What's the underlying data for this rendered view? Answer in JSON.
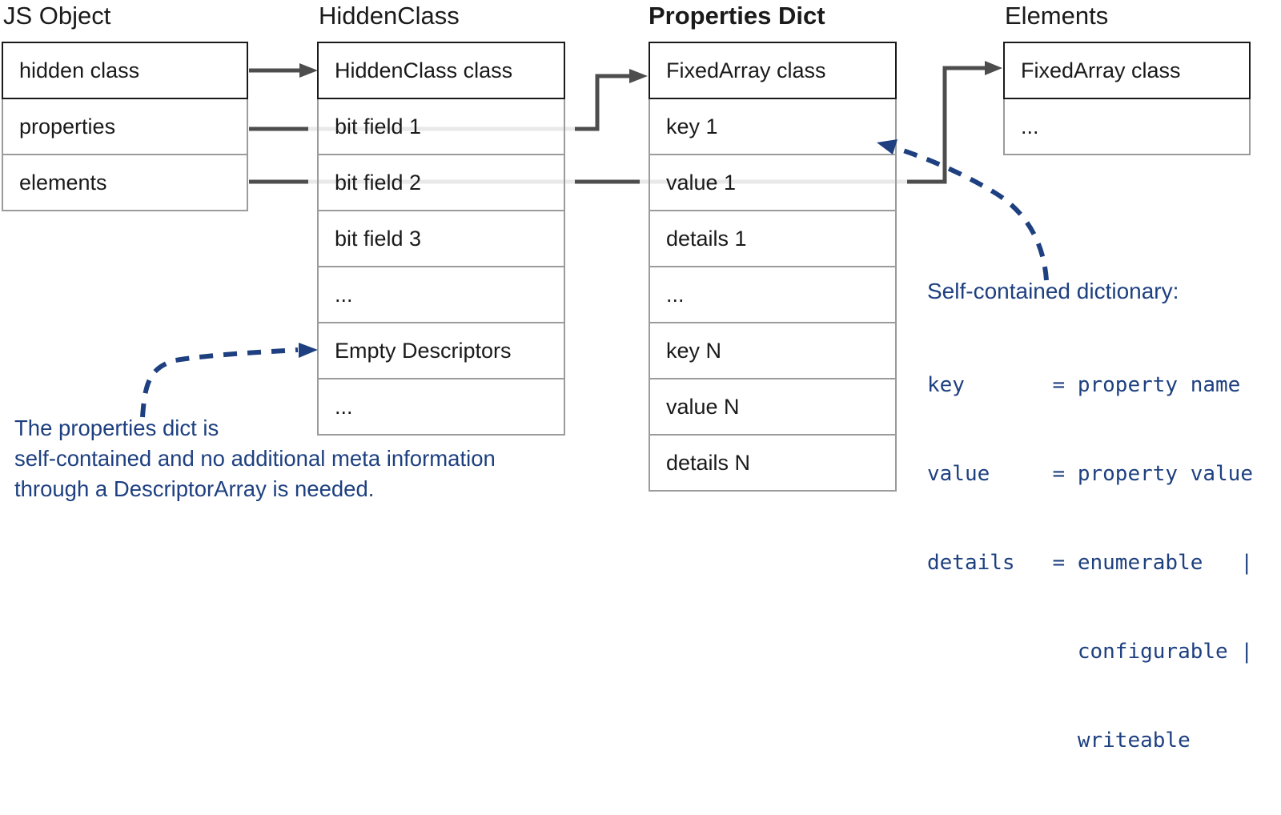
{
  "colors": {
    "accent_blue": "#1e4080",
    "arrow_dark": "#4d4d4d",
    "pass_line": "#e9e9e9",
    "border_dark": "#1a1a1a",
    "border_gray": "#9b9b9b",
    "text": "#1a1a1a"
  },
  "columns": {
    "js_object": {
      "title": "JS Object",
      "rows": [
        {
          "label": "hidden class",
          "header": true
        },
        {
          "label": "properties",
          "bold": true
        },
        {
          "label": "elements"
        }
      ]
    },
    "hidden_class": {
      "title": "HiddenClass",
      "rows": [
        {
          "label": "HiddenClass class",
          "header": true
        },
        {
          "label": "bit field 1"
        },
        {
          "label": "bit field 2"
        },
        {
          "label": "bit field 3"
        },
        {
          "label": "..."
        },
        {
          "label": "Empty Descriptors",
          "bold": true
        },
        {
          "label": "..."
        }
      ]
    },
    "properties_dict": {
      "title": "Properties Dict",
      "rows": [
        {
          "label": "FixedArray class",
          "header": true
        },
        {
          "label": "key 1"
        },
        {
          "label": "value 1"
        },
        {
          "label": "details 1"
        },
        {
          "label": "..."
        },
        {
          "label": "key N"
        },
        {
          "label": "value N"
        },
        {
          "label": "details N"
        }
      ]
    },
    "elements": {
      "title": "Elements",
      "rows": [
        {
          "label": "FixedArray class",
          "header": true
        },
        {
          "label": "..."
        }
      ]
    }
  },
  "annotations": {
    "left_note": {
      "lines": [
        "The properties dict is",
        "self-contained and no additional meta information",
        "through a DescriptorArray is needed."
      ]
    },
    "right_note": {
      "heading": "Self-contained dictionary:",
      "code_lines": [
        "key       = property name",
        "value     = property value",
        "details   = enumerable   |",
        "            configurable |",
        "            writeable"
      ]
    }
  }
}
